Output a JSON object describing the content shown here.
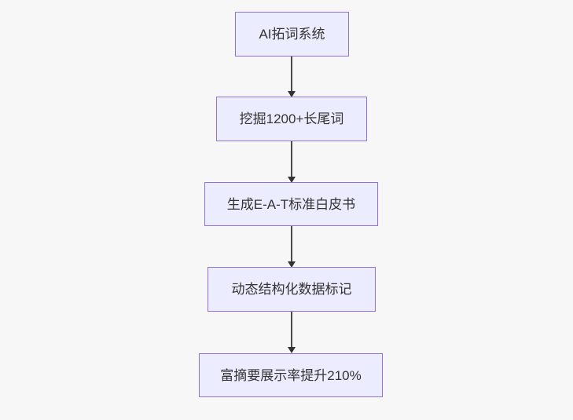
{
  "diagram": {
    "type": "flowchart",
    "direction": "top-down",
    "nodes": [
      {
        "id": "A",
        "label": "AI拓词系统"
      },
      {
        "id": "B",
        "label": "挖掘1200+长尾词"
      },
      {
        "id": "C",
        "label": "生成E-A-T标准白皮书"
      },
      {
        "id": "D",
        "label": "动态结构化数据标记"
      },
      {
        "id": "E",
        "label": "富摘要展示率提升210%"
      }
    ],
    "edges": [
      {
        "from": "A",
        "to": "B",
        "style": "arrow"
      },
      {
        "from": "B",
        "to": "C",
        "style": "arrow"
      },
      {
        "from": "C",
        "to": "D",
        "style": "arrow"
      },
      {
        "from": "D",
        "to": "E",
        "style": "arrow"
      }
    ],
    "colors": {
      "node_fill": "#ECECFF",
      "node_border": "#9370DB",
      "node_text": "#333333",
      "edge": "#333333",
      "background": "#F7F7F7"
    }
  }
}
